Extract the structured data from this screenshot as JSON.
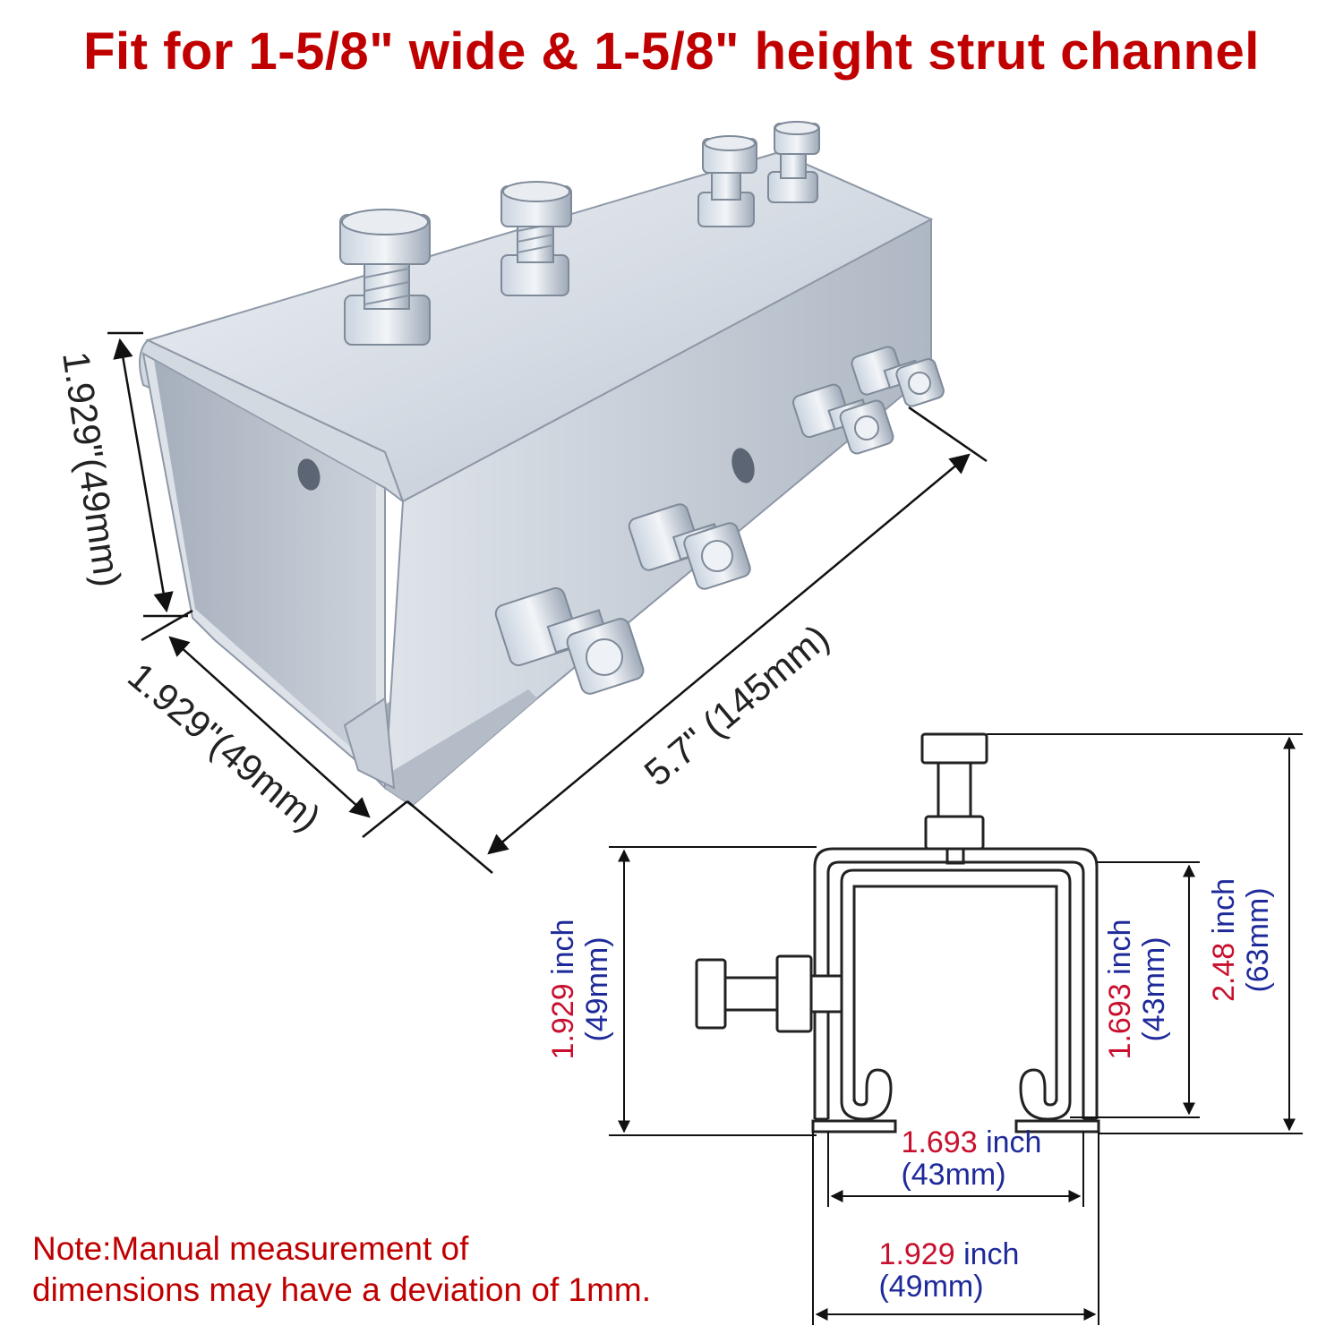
{
  "title": "Fit for 1-5/8\" wide & 1-5/8\" height strut channel",
  "note": {
    "line1": "Note:Manual measurement of",
    "line2": "dimensions may have a deviation of 1mm."
  },
  "photo_dims": {
    "height": "1.929\"(49mm)",
    "width": "1.929\"(49mm)",
    "length": "5.7\" (145mm)"
  },
  "drawing_dims": {
    "outer_height": {
      "inch": "1.929",
      "inch_unit": " inch",
      "mm": "(49mm)"
    },
    "inner_height": {
      "inch": "1.693",
      "inch_unit": " inch",
      "mm": "(43mm)"
    },
    "total_height": {
      "inch": "2.48",
      "inch_unit": " inch",
      "mm": "(63mm)"
    },
    "inner_width": {
      "inch": "1.693",
      "inch_unit": " inch",
      "mm": "(43mm)"
    },
    "outer_width": {
      "inch": "1.929",
      "inch_unit": " inch",
      "mm": "(49mm)"
    }
  },
  "colors": {
    "title": "#c00000",
    "note": "#c00000",
    "inch_value": "#c8102e",
    "unit": "#1f2a9a",
    "metal_light": "#e4e8ee",
    "metal_mid": "#c2c9d3",
    "metal_dark": "#8e98a6",
    "line": "#222222"
  },
  "icons": [
    "bracket-photo-illustration",
    "hex-bolt-icon",
    "hex-nut-icon",
    "dimension-arrow-icon"
  ]
}
